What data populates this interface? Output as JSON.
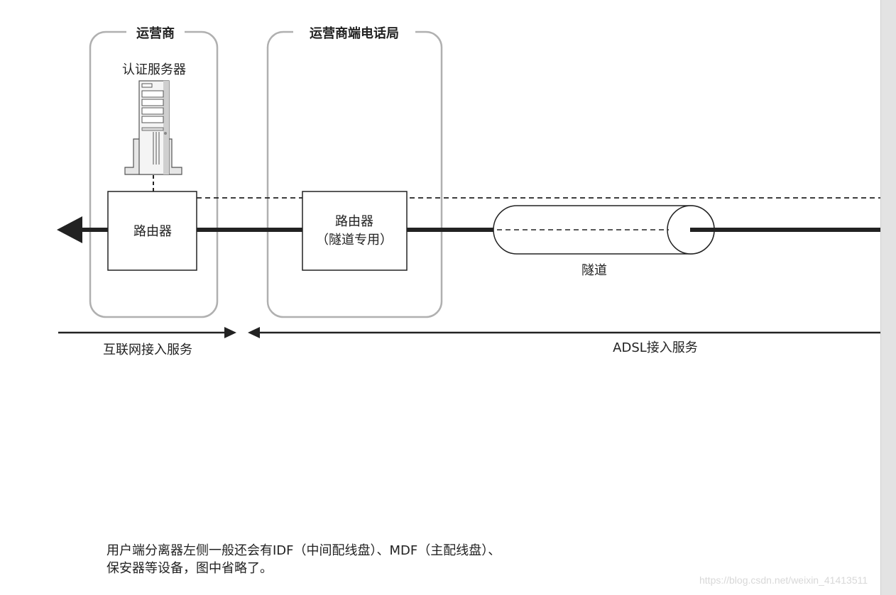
{
  "groups": {
    "carrier": {
      "label": "运营商"
    },
    "central_office": {
      "label": "运营商端电话局"
    }
  },
  "nodes": {
    "auth_server": {
      "label": "认证服务器"
    },
    "router_carrier": {
      "label": "路由器"
    },
    "router_tunnel": {
      "label_line1": "路由器",
      "label_line2": "（隧道专用）"
    },
    "tunnel": {
      "label": "隧道"
    }
  },
  "ranges": {
    "internet_access": {
      "label": "互联网接入服务"
    },
    "adsl_access": {
      "label": "ADSL接入服务"
    }
  },
  "footnote": {
    "line1": "用户端分离器左侧一般还会有IDF（中间配线盘）、MDF（主配线盘）、",
    "line2": "保安器等设备，图中省略了。"
  },
  "watermark": {
    "text": "https://blog.csdn.net/weixin_41413511"
  },
  "colors": {
    "line": "#222222",
    "group_border": "#b0b0b0",
    "server_body": "#f4f4f4",
    "server_shade": "#cfcfcf"
  }
}
